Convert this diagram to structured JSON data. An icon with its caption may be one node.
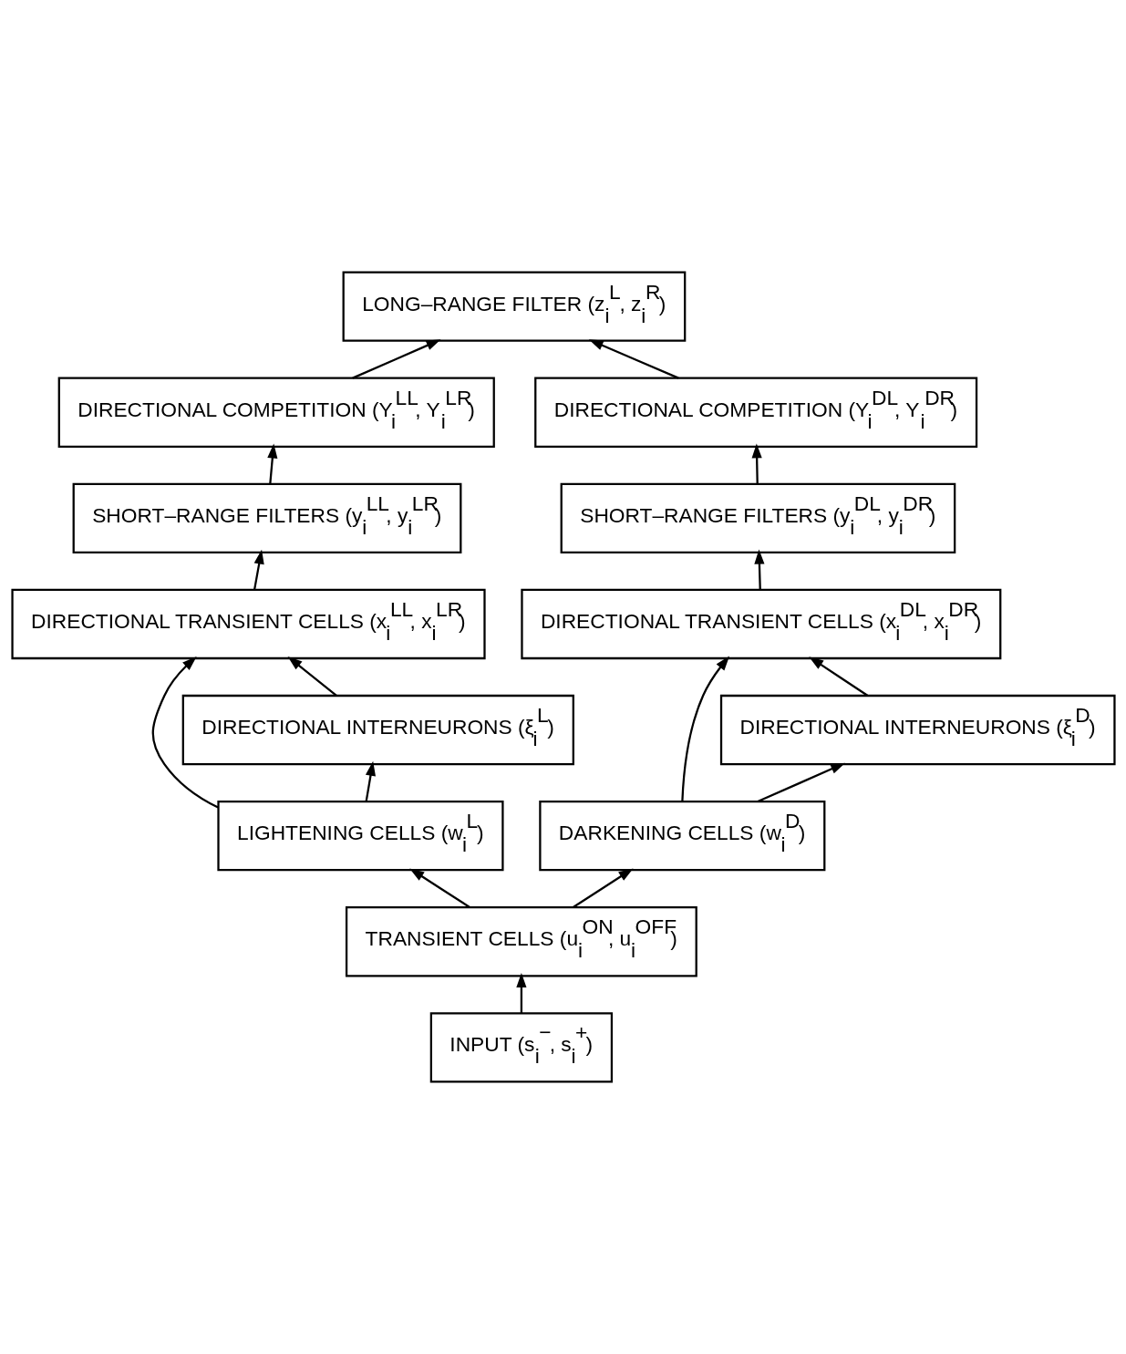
{
  "diagram": {
    "nodes": [
      {
        "text": [
          "LONG–RANGE FILTER (z$_{i}$$^{L}$, z$_{i}$$^{R}$)"
        ]
      },
      {
        "text": [
          "DIRECTIONAL COMPETITION (Y$_{i}$$^{LL}$, Y$_{i}$$^{LR}$)"
        ]
      },
      {
        "text": [
          "DIRECTIONAL COMPETITION (Y$_{i}$$^{DL}$, Y$_{i}$$^{DR}$)"
        ]
      },
      {
        "text": [
          "SHORT–RANGE FILTERS (y$_{i}$$^{LL}$, y$_{i}$$^{LR}$)"
        ]
      },
      {
        "text": [
          "SHORT–RANGE FILTERS (y$_{i}$$^{DL}$, y$_{i}$$^{DR}$)"
        ]
      },
      {
        "text": [
          "DIRECTIONAL TRANSIENT CELLS (x$_{i}$$^{LL}$, x$_{i}$$^{LR}$)"
        ]
      },
      {
        "text": [
          "DIRECTIONAL TRANSIENT CELLS (x$_{i}$$^{DL}$, x$_{i}$$^{DR}$)"
        ]
      },
      {
        "text": [
          "DIRECTIONAL INTERNEURONS (ξ$_{i}$$^{L}$)"
        ]
      },
      {
        "text": [
          "DIRECTIONAL INTERNEURONS (ξ$_{i}$$^{D}$)"
        ]
      },
      {
        "text": [
          "LIGHTENING CELLS (w$_{i}$$^{L}$)"
        ]
      },
      {
        "text": [
          "DARKENING CELLS (w$_{i}$$^{D}$)"
        ]
      },
      {
        "text": [
          "TRANSIENT CELLS (u$_{i}$$^{ON}$, u$_{i}$$^{OFF}$)"
        ]
      },
      {
        "text": [
          "INPUT (s$_{i}$$^{−}$, s$_{i}$$^{+}$)"
        ]
      }
    ],
    "edges": [
      {
        "from": 12,
        "to": 11,
        "arrow": "to"
      },
      {
        "from": 11,
        "to": 9,
        "arrow": "to"
      },
      {
        "from": 11,
        "to": 10,
        "arrow": "to"
      },
      {
        "from": 9,
        "to": 7,
        "arrow": "to"
      },
      {
        "from": 9,
        "to": 5,
        "arrow": "to"
      },
      {
        "from": 10,
        "to": 6,
        "arrow": "to"
      },
      {
        "from": 10,
        "to": 8,
        "arrow": "to"
      },
      {
        "from": 7,
        "to": 5,
        "arrow": "to"
      },
      {
        "from": 8,
        "to": 6,
        "arrow": "to"
      },
      {
        "from": 5,
        "to": 3,
        "arrow": "to"
      },
      {
        "from": 6,
        "to": 4,
        "arrow": "to"
      },
      {
        "from": 3,
        "to": 1,
        "arrow": "to"
      },
      {
        "from": 4,
        "to": 2,
        "arrow": "to"
      },
      {
        "from": 1,
        "to": 0,
        "arrow": "to"
      },
      {
        "from": 2,
        "to": 0,
        "arrow": "to"
      }
    ]
  }
}
